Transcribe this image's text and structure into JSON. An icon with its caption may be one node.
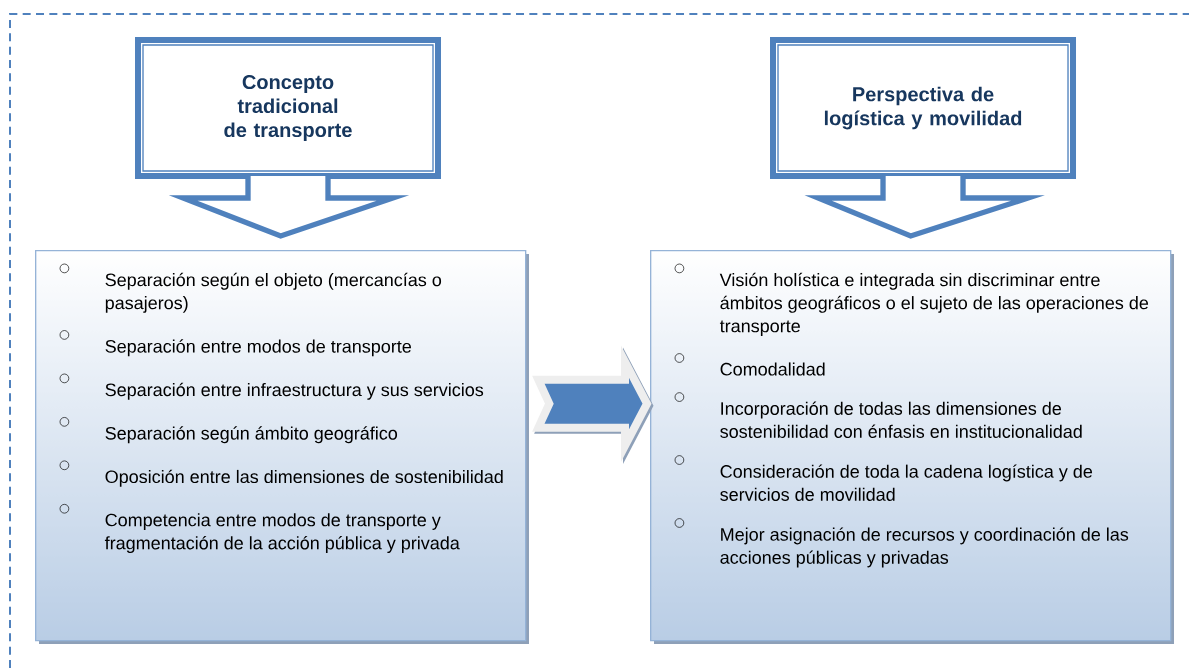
{
  "diagram": {
    "nodes": [
      {
        "text": [
          "Concepto tradicional de transporte"
        ]
      },
      {
        "text": [
          "Separación según el objeto (mercancías o pasajeros)",
          "Separación entre modos de transporte",
          "Separación entre infraestructura y sus servicios",
          "Separación según ámbito geográfico",
          "Oposición entre las dimensiones de sostenibilidad",
          "Competencia entre modos de transporte y fragmentación de la acción pública y privada"
        ]
      },
      {
        "text": [
          "Perspectiva de logística y movilidad"
        ]
      },
      {
        "text": [
          "Visión holística e integrada sin discriminar entre ámbitos geográficos o el sujeto de las operaciones de transporte",
          "Comodalidad",
          "Incorporación de todas las dimensiones de sostenibilidad con énfasis en institucionalidad",
          "Consideración de toda la cadena logística y de servicios de movilidad",
          "Mejor asignación de recursos y coordinación de las acciones públicas y privadas"
        ]
      }
    ],
    "edges": [
      {
        "from": 0,
        "to": 1,
        "arrow": "to"
      },
      {
        "from": 2,
        "to": 3,
        "arrow": "to"
      },
      {
        "from": 1,
        "to": 3,
        "arrow": "to"
      }
    ]
  }
}
